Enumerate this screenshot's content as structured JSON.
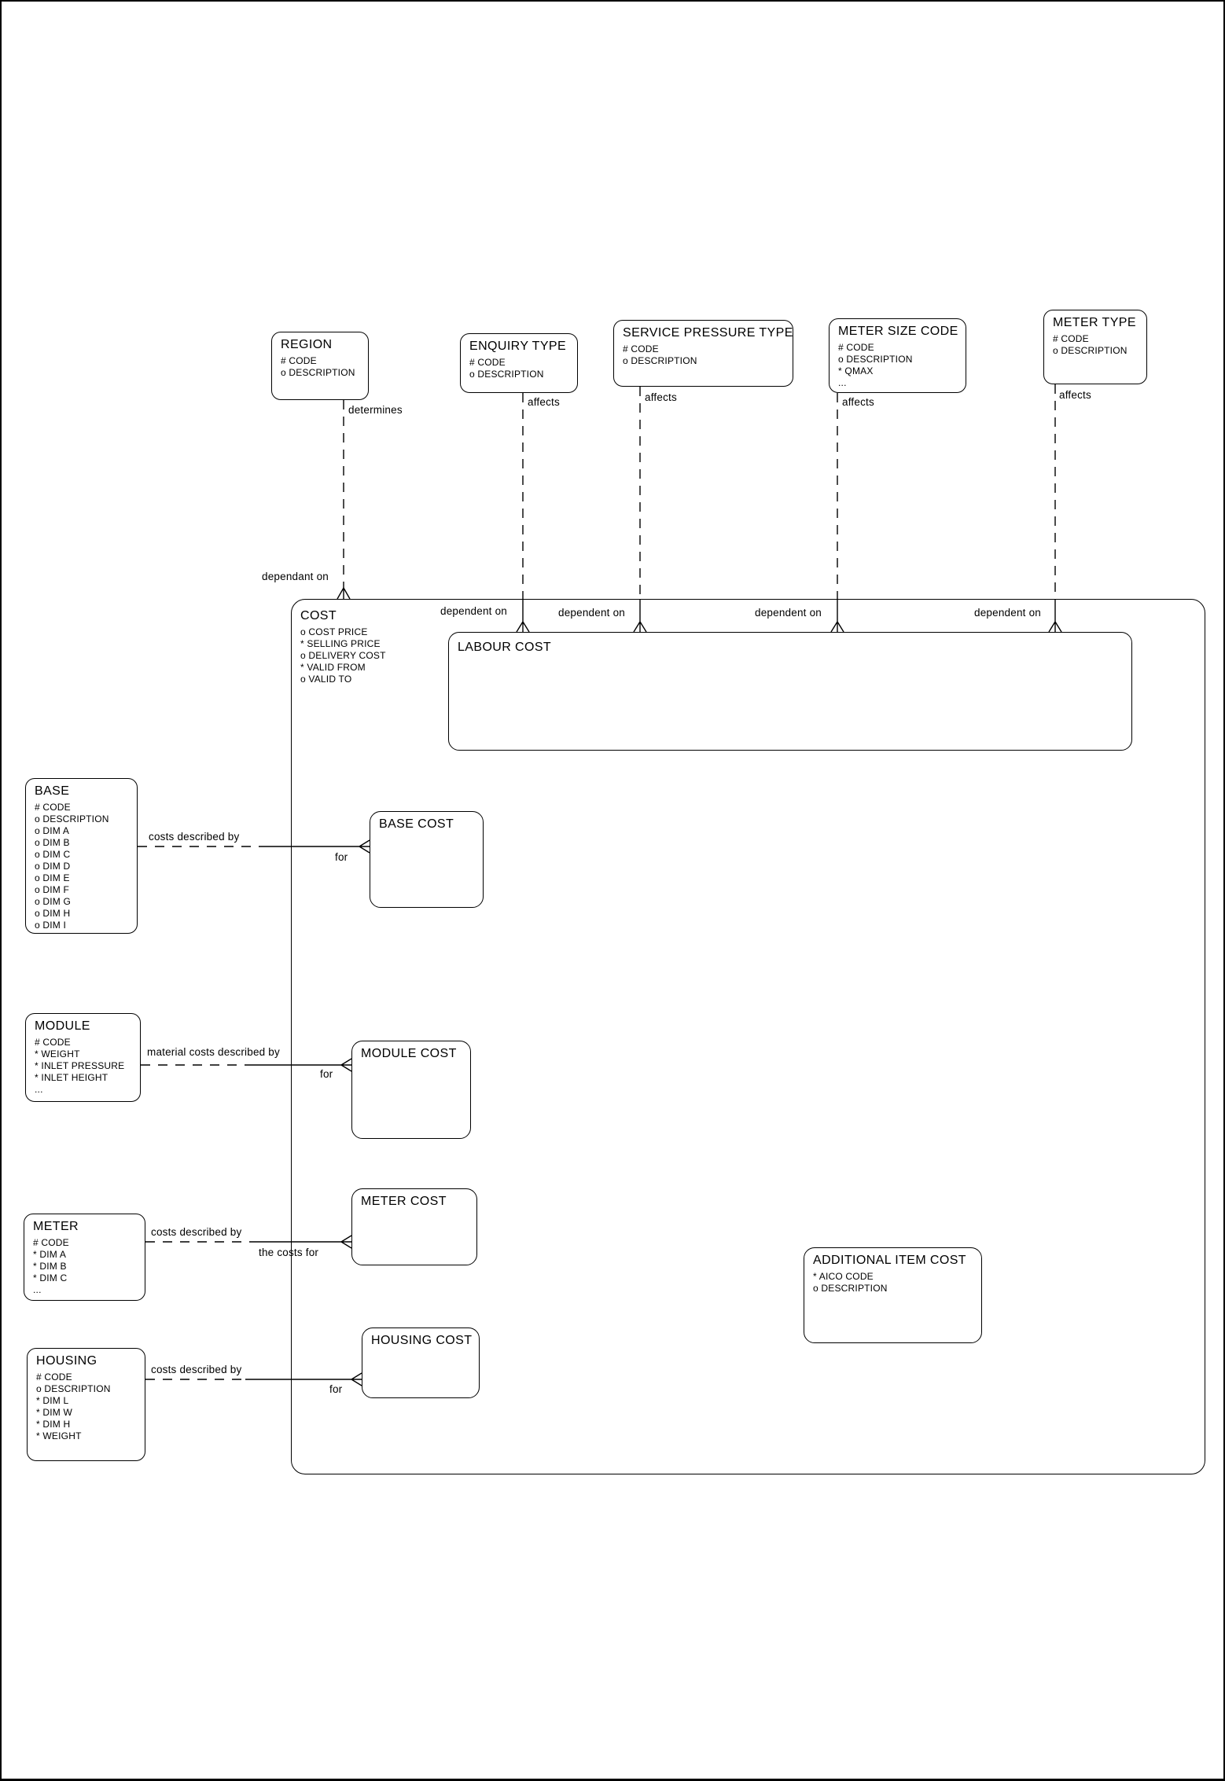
{
  "entities": {
    "region": {
      "title": "REGION",
      "attributes": [
        "# CODE",
        "o DESCRIPTION"
      ]
    },
    "enquiry_type": {
      "title": "ENQUIRY TYPE",
      "attributes": [
        "# CODE",
        "o DESCRIPTION"
      ]
    },
    "service_pressure_type": {
      "title": "SERVICE PRESSURE TYPE",
      "attributes": [
        "# CODE",
        "o DESCRIPTION"
      ]
    },
    "meter_size_code": {
      "title": "METER SIZE CODE",
      "attributes": [
        "# CODE",
        "o DESCRIPTION",
        "* QMAX",
        "..."
      ]
    },
    "meter_type": {
      "title": "METER TYPE",
      "attributes": [
        "# CODE",
        "o DESCRIPTION"
      ]
    },
    "cost": {
      "title": "COST",
      "attributes": [
        "o COST PRICE",
        "* SELLING PRICE",
        "o DELIVERY COST",
        "* VALID FROM",
        "o VALID TO"
      ]
    },
    "labour_cost": {
      "title": "LABOUR COST",
      "attributes": []
    },
    "base": {
      "title": "BASE",
      "attributes": [
        "# CODE",
        "o DESCRIPTION",
        "o DIM A",
        "o DIM B",
        "o DIM C",
        "o DIM D",
        "o DIM E",
        "o DIM F",
        "o DIM G",
        "o DIM H",
        "o DIM I"
      ]
    },
    "base_cost": {
      "title": "BASE COST",
      "attributes": []
    },
    "module": {
      "title": "MODULE",
      "attributes": [
        "# CODE",
        "* WEIGHT",
        "* INLET PRESSURE",
        "* INLET HEIGHT",
        "..."
      ]
    },
    "module_cost": {
      "title": "MODULE COST",
      "attributes": []
    },
    "meter": {
      "title": "METER",
      "attributes": [
        "# CODE",
        "* DIM A",
        "* DIM B",
        "* DIM C",
        "..."
      ]
    },
    "meter_cost": {
      "title": "METER COST",
      "attributes": []
    },
    "housing": {
      "title": "HOUSING",
      "attributes": [
        "# CODE",
        "o DESCRIPTION",
        "* DIM L",
        "* DIM W",
        "* DIM H",
        "* WEIGHT"
      ]
    },
    "housing_cost": {
      "title": "HOUSING COST",
      "attributes": []
    },
    "additional_item_cost": {
      "title": "ADDITIONAL ITEM COST",
      "attributes": [
        "* AICO CODE",
        "o DESCRIPTION"
      ]
    }
  },
  "relationships": [
    {
      "id": "region-cost",
      "from_label": "determines",
      "to_label": "dependant on"
    },
    {
      "id": "enquiry-type-labour-cost",
      "from_label": "affects",
      "to_label": "dependent on"
    },
    {
      "id": "service-pressure-type-labour-cost",
      "from_label": "affects",
      "to_label": "dependent on"
    },
    {
      "id": "meter-size-code-labour-cost",
      "from_label": "affects",
      "to_label": "dependent on"
    },
    {
      "id": "meter-type-labour-cost",
      "from_label": "affects",
      "to_label": "dependent on"
    },
    {
      "id": "base-base-cost",
      "from_label": "costs described by",
      "to_label": "for"
    },
    {
      "id": "module-module-cost",
      "from_label": "material costs described by",
      "to_label": "for"
    },
    {
      "id": "meter-meter-cost",
      "from_label": "costs described by",
      "to_label": "the costs for"
    },
    {
      "id": "housing-housing-cost",
      "from_label": "costs described by",
      "to_label": "for"
    }
  ],
  "colors": {
    "ink": "#000000",
    "background": "#ffffff"
  }
}
